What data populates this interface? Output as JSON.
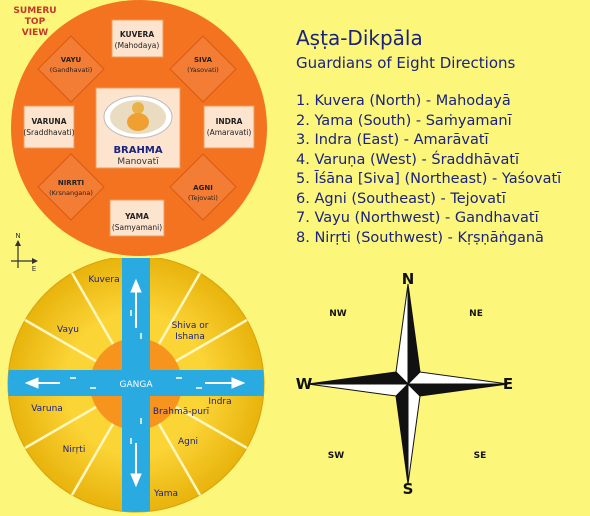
{
  "top_view_label": "SUMERU TOP\nVIEW",
  "title": "Aṣṭa-Dikpāla",
  "subtitle": "Guardians of Eight Directions",
  "guardians": [
    "1. Kuvera (North) - Mahodayā",
    "2. Yama (South) - Saṁyamanī",
    "3. Indra (East) - Amarāvatī",
    "4. Varuṇa (West) - Śraddhāvatī",
    "5. Īśāna [Siva] (Northeast) - Yaśovatī",
    "6. Agni (Southeast) - Tejovatī",
    "7. Vayu (Northwest) - Gandhavatī",
    "8. Nirṛti (Southwest) - Kṛṣṇāṅganā"
  ],
  "top_view": {
    "north": {
      "name": "KUVERA",
      "city": "(Mahodaya)"
    },
    "south": {
      "name": "YAMA",
      "city": "(Samyamani)"
    },
    "east": {
      "name": "INDRA",
      "city": "(Amaravati)"
    },
    "west": {
      "name": "VARUNA",
      "city": "(Sraddhavati)"
    },
    "northeast": {
      "name": "SIVA",
      "city": "(Yasovati)"
    },
    "southeast": {
      "name": "AGNI",
      "city": "(Tejovati)"
    },
    "northwest": {
      "name": "VAYU",
      "city": "(Gandhavati)"
    },
    "southwest": {
      "name": "NIRRTI",
      "city": "(Krsnangana)"
    },
    "center": {
      "name": "BRAHMA",
      "city": "Manovatī"
    }
  },
  "axis": {
    "north": "N",
    "east": "E"
  },
  "bottom_view": {
    "center": "GANGA",
    "sectors": {
      "kuvera": "Kuvera",
      "shiva": [
        "Shiva or",
        "Ishana"
      ],
      "vayu": "Vayu",
      "indra": "Indra",
      "brahmapuri": "Brahmā-purī",
      "varuna": "Varuna",
      "agni": "Agni",
      "nirrti": "Nirṛti",
      "yama": "Yama"
    }
  },
  "compass": {
    "N": "N",
    "S": "S",
    "E": "E",
    "W": "W",
    "NE": "NE",
    "NW": "NW",
    "SE": "SE",
    "SW": "SW"
  },
  "colors": {
    "background": "#fcf67a",
    "top_disc": "#f37321",
    "box_fill": "#fde4cf",
    "text_blue": "#1a237e",
    "sector_yellow": "#f7c518",
    "center_orange": "#f7941d",
    "river_blue": "#29abe2"
  }
}
